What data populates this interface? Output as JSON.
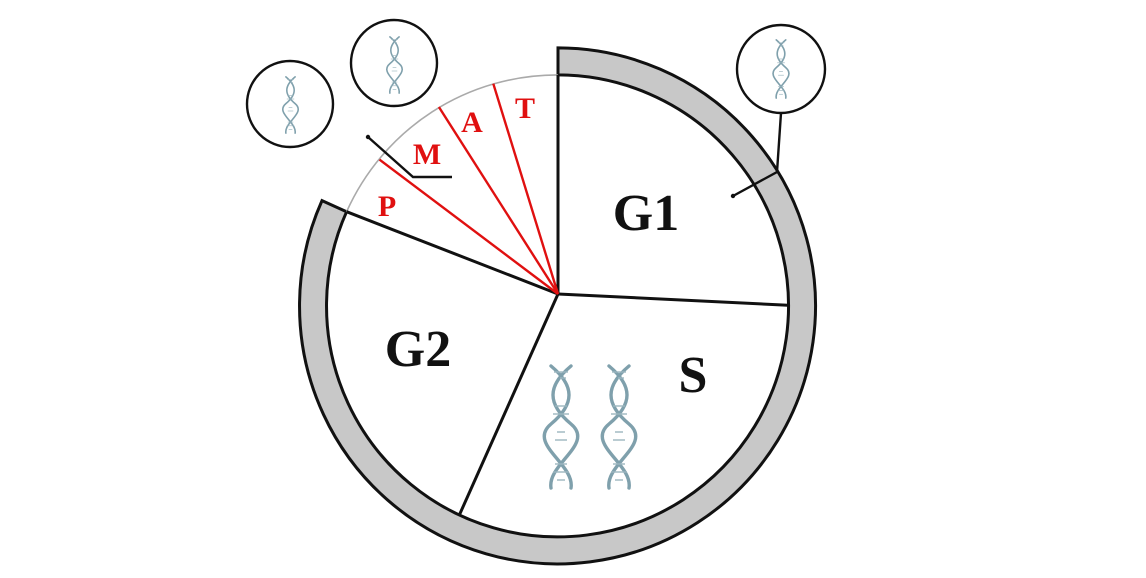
{
  "diagram": {
    "phases": [
      {
        "key": "g1",
        "label": "G1"
      },
      {
        "key": "s",
        "label": "S"
      },
      {
        "key": "g2",
        "label": "G2"
      }
    ],
    "mitosis_stages": [
      {
        "key": "p",
        "label": "P"
      },
      {
        "key": "m",
        "label": "M"
      },
      {
        "key": "a",
        "label": "A"
      },
      {
        "key": "t",
        "label": "T"
      }
    ],
    "colors": {
      "outline": "#111111",
      "interphase_band": "#c8c8c8",
      "mitosis_lines": "#e01010",
      "mitosis_text": "#e01010",
      "dna": "#7fa0ac",
      "background": "#ffffff"
    },
    "icons": {
      "chromosome_bubble": "dna-helix-icon",
      "replicated_dna": "dna-helix-icon"
    }
  }
}
